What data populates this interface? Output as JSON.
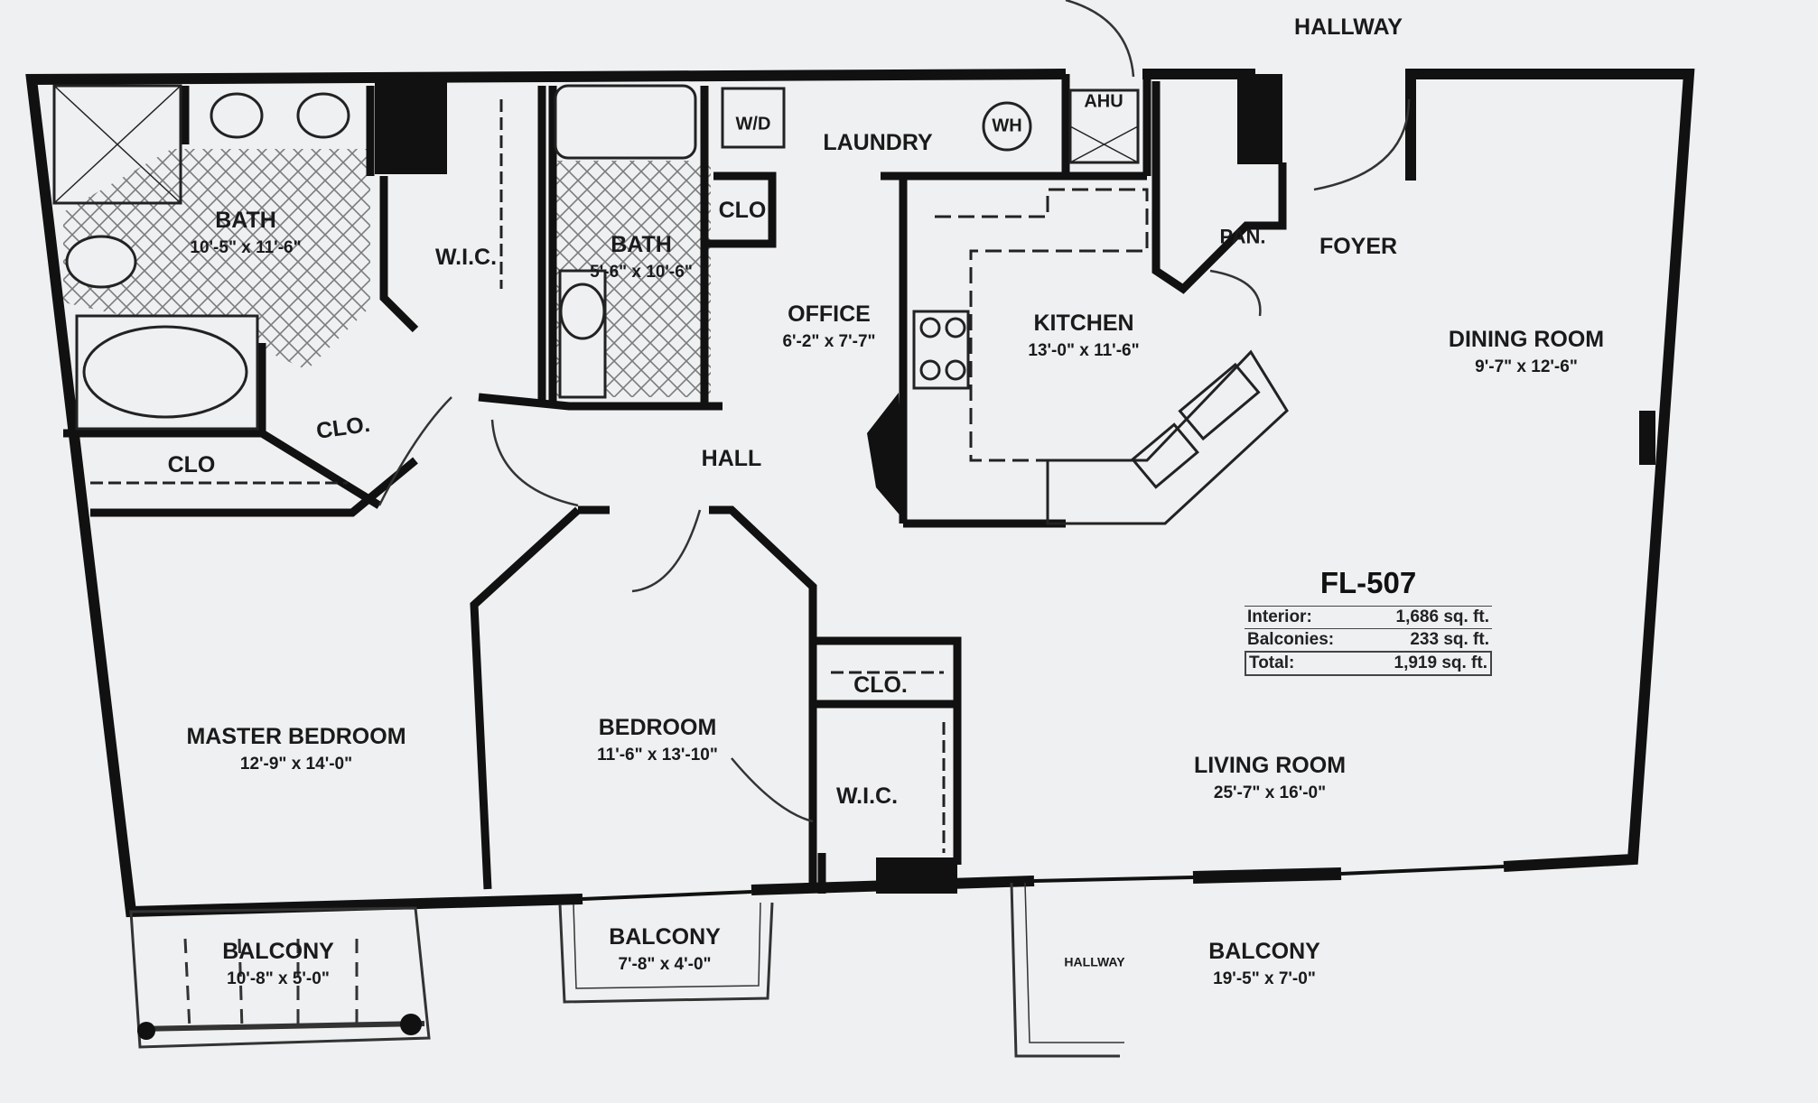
{
  "plan": {
    "id": "FL-507",
    "areas": [
      {
        "label": "Interior:",
        "value": "1,686 sq. ft."
      },
      {
        "label": "Balconies:",
        "value": "233 sq. ft."
      },
      {
        "label": "Total:",
        "value": "1,919 sq. ft."
      }
    ]
  },
  "rooms": {
    "hallway_top": "HALLWAY",
    "laundry": "LAUNDRY",
    "wd": "W/D",
    "wh": "WH",
    "ahu": "AHU",
    "pan": "PAN.",
    "foyer": "FOYER",
    "bath1": {
      "name": "BATH",
      "dim": "10'-5\" x 11'-6\""
    },
    "wic1": "W.I.C.",
    "bath2": {
      "name": "BATH",
      "dim": "5'-6\" x 10'-6\""
    },
    "clo_bath2": "CLO",
    "office": {
      "name": "OFFICE",
      "dim": "6'-2\" x 7'-7\""
    },
    "kitchen": {
      "name": "KITCHEN",
      "dim": "13'-0\" x 11'-6\""
    },
    "dining": {
      "name": "DINING ROOM",
      "dim": "9'-7\" x 12'-6\""
    },
    "clo_master_diag": "CLO.",
    "clo_master": "CLO",
    "hall": "HALL",
    "master": {
      "name": "MASTER BEDROOM",
      "dim": "12'-9\" x 14'-0\""
    },
    "bedroom": {
      "name": "BEDROOM",
      "dim": "11'-6\" x 13'-10\""
    },
    "clo_bed": "CLO.",
    "wic2": "W.I.C.",
    "living": {
      "name": "LIVING ROOM",
      "dim": "25'-7\" x 16'-0\""
    },
    "balcony1": {
      "name": "BALCONY",
      "dim": "10'-8\" x 5'-0\""
    },
    "balcony2": {
      "name": "BALCONY",
      "dim": "7'-8\" x 4'-0\""
    },
    "balcony3": {
      "name": "BALCONY",
      "dim": "19'-5\" x 7'-0\""
    },
    "hallway_balcony": "HALLWAY"
  }
}
